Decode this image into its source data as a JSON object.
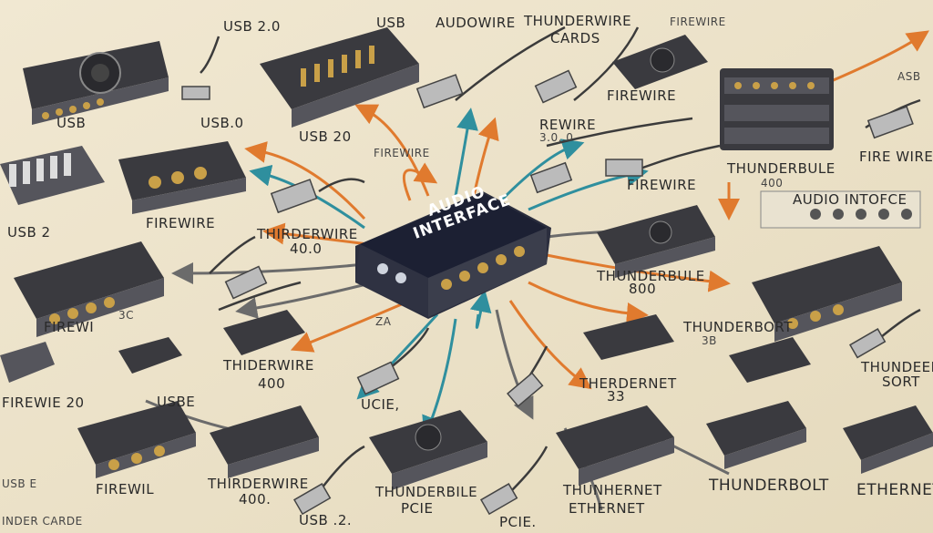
{
  "center": {
    "title_line1": "AUDIO",
    "title_line2": "INTERFACE"
  },
  "labels": [
    "USB 2.0",
    "USB",
    "AUDOWIRE",
    "THUNDERWIRE",
    "CARDS",
    "FIREWIRE",
    "ASB",
    "USB",
    "USB.0",
    "USB 20",
    "FIREWIRE",
    "REWIRE",
    "3.0,.0",
    "FIREWIRE",
    "THUNDERBULE",
    "400",
    "FIRE WIRE",
    "USB 2",
    "FIREWIRE",
    "THIRDERWIRE",
    "40.0",
    "AUDIO INTOFCE",
    "THUNDERBULE",
    "800",
    "FIREWI",
    "THUNDERBORT",
    "3B",
    "THIDERWIRE",
    "400",
    "THERDERNET",
    "33",
    "THUNDEER",
    "SORT",
    "FIREWIE 20",
    "USBE",
    "UCIE,",
    "FIREWIL",
    "THIRDERWIRE",
    "400.",
    "THUNDERBILE",
    "PCIE",
    "THUNHERNET",
    "ETHERNET",
    "THUNDERBOLT",
    "ETHERNET",
    "USB .2.",
    "PCIE.",
    "INDER CARDE",
    "USB E",
    "3C",
    "ZA",
    "FIREWIRE"
  ],
  "colors": {
    "background": "#ece3cc",
    "center_body": "#1c2033",
    "center_text": "#ffffff",
    "arrow_orange": "#e07a2e",
    "arrow_teal": "#2f8f9e",
    "arrow_gray": "#6b6b6b",
    "device_dark": "#3a3a3f",
    "device_mid": "#55555c",
    "port_gold": "#c9a048"
  }
}
